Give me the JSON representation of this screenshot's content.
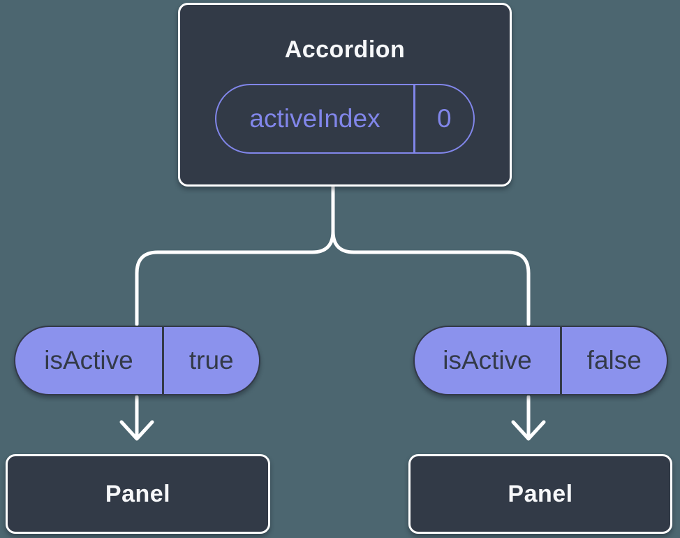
{
  "root": {
    "title": "Accordion",
    "state": {
      "name": "activeIndex",
      "value": "0"
    }
  },
  "children": [
    {
      "prop_name": "isActive",
      "prop_value": "true",
      "node_label": "Panel"
    },
    {
      "prop_name": "isActive",
      "prop_value": "false",
      "node_label": "Panel"
    }
  ],
  "colors": {
    "background": "#4c6670",
    "node_fill": "#323a47",
    "node_border": "#ffffff",
    "accent": "#8186ea",
    "pill_fill": "#8b92ed",
    "pill_border": "#333a48",
    "pill_text": "#333a48",
    "line": "#ffffff",
    "title_text": "#f7f8fa"
  }
}
